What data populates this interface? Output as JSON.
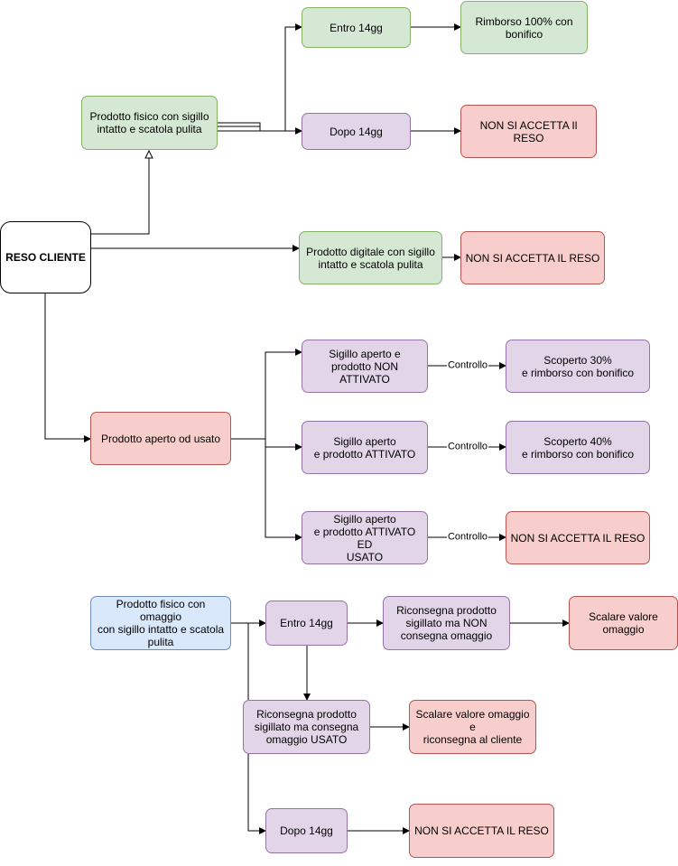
{
  "nodes": {
    "reso_cliente": "RESO CLIENTE",
    "fisico": "Prodotto fisico con sigillo\nintatto e scatola pulita",
    "entro1": "Entro 14gg",
    "rimborso": "Rimborso 100% con\nbonifico",
    "dopo1": "Dopo 14gg",
    "non1": "NON SI ACCETTA Il RESO",
    "digitale": "Prodotto digitale con sigillo\nintatto e scatola pulita",
    "non2": "NON SI ACCETTA IL RESO",
    "aperto": "Prodotto aperto od usato",
    "sig_non_att": "Sigillo aperto e\nprodotto NON ATTIVATO",
    "scop30": "Scoperto 30%\ne rimborso con bonifico",
    "sig_att": "Sigillo aperto\ne prodotto ATTIVATO",
    "scop40": "Scoperto 40%\ne rimborso con bonifico",
    "sig_att_usato": "Sigillo aperto\ne prodotto ATTIVATO ED\nUSATO",
    "non3": "NON SI ACCETTA IL RESO",
    "omaggio": "Prodotto fisico con omaggio\ncon sigillo intatto e scatola\npulita",
    "entro2": "Entro 14gg",
    "riconsegna_non": "Riconsegna prodotto\nsigillato ma NON\nconsegna omaggio",
    "scalare1": "Scalare valore\nomaggio",
    "riconsegna_usato": "Riconsegna prodotto\nsigillato ma consegna\nomaggio USATO",
    "scalare2": "Scalare valore omaggio e\nriconsegna al cliente",
    "dopo2": "Dopo 14gg",
    "non4": "NON SI ACCETTA IL RESO"
  },
  "edge_labels": {
    "controllo1": "Controllo",
    "controllo2": "Controllo",
    "controllo3": "Controllo"
  }
}
